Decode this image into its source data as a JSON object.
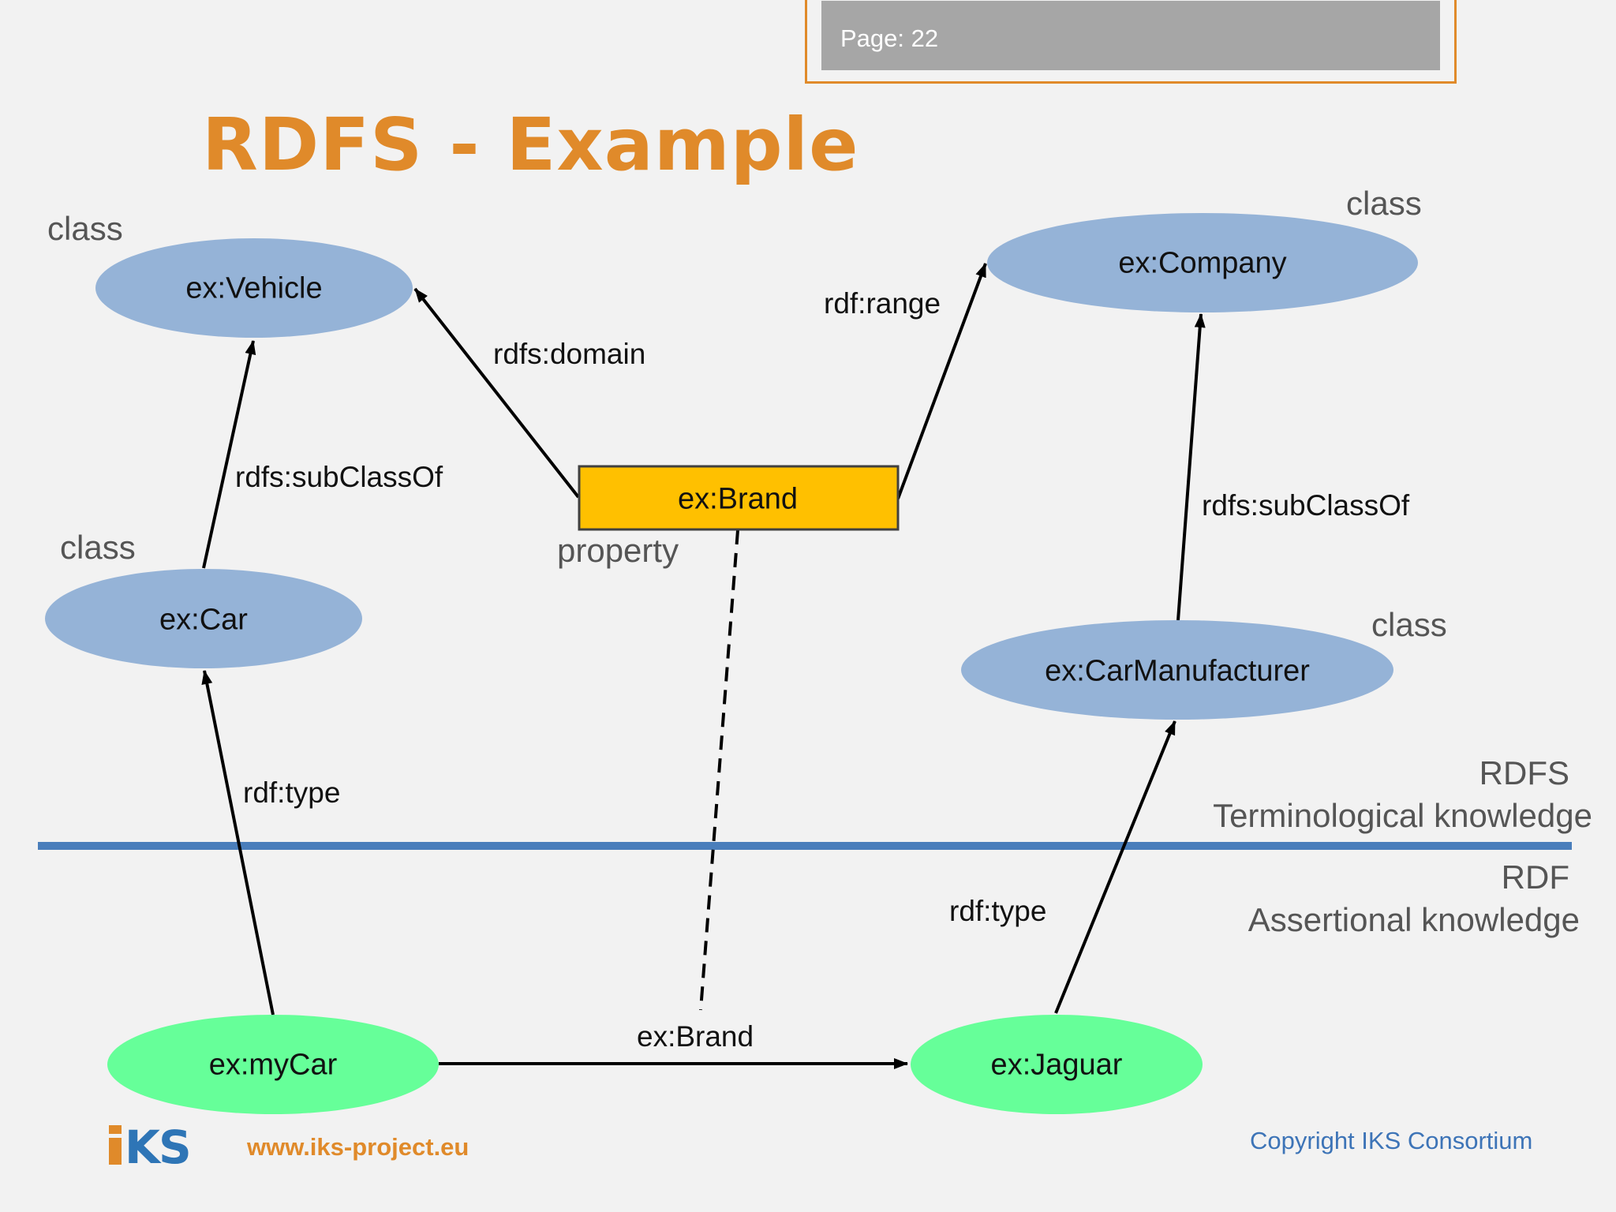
{
  "slide": {
    "page_label": "Page:  22",
    "title": "RDFS - Example",
    "footer_url": "www.iks-project.eu",
    "copyright": "Copyright IKS Consortium",
    "logo_text": "IKS"
  },
  "colors": {
    "title": "#e08a2a",
    "class_node": "#95b3d7",
    "instance_node": "#66ff99",
    "property_box": "#ffc000",
    "divider": "#4a7ebb",
    "page_box_fill": "#a6a6a6",
    "copyright": "#3d74b7"
  },
  "nodes": {
    "vehicle": "ex:Vehicle",
    "company": "ex:Company",
    "car": "ex:Car",
    "car_manufacturer": "ex:CarManufacturer",
    "brand_property": "ex:Brand",
    "my_car": "ex:myCar",
    "jaguar": "ex:Jaguar"
  },
  "type_labels": {
    "vehicle": "class",
    "company": "class",
    "car": "class",
    "car_manufacturer": "class",
    "brand": "property"
  },
  "edges": {
    "domain": "rdfs:domain",
    "range": "rdf:range",
    "subclass_left": "rdfs:subClassOf",
    "subclass_right": "rdfs:subClassOf",
    "type_left": "rdf:type",
    "type_right": "rdf:type",
    "brand_edge": "ex:Brand"
  },
  "layers": {
    "rdfs_title": "RDFS",
    "rdfs_desc": "Terminological knowledge",
    "rdf_title": "RDF",
    "rdf_desc": "Assertional knowledge"
  }
}
